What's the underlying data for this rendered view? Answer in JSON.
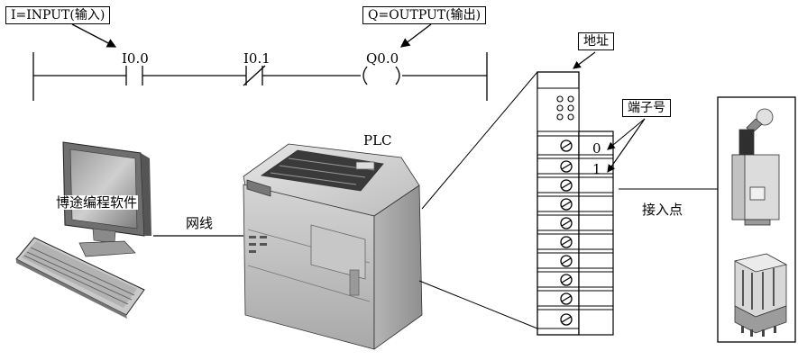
{
  "ladder": {
    "input_callout": "I=INPUT(输入)",
    "output_callout": "Q=OUTPUT(输出)",
    "contact1": "I0.0",
    "contact2": "I0.1",
    "coil": "Q0.0"
  },
  "computer": {
    "software_label": "博途编程软件",
    "cable_label": "网线"
  },
  "plc": {
    "label": "PLC"
  },
  "terminal_block": {
    "address_callout": "地址",
    "terminal_no_callout": "端子号",
    "terminal_numbers": [
      "0",
      "1"
    ],
    "contacts_label": "接入点"
  }
}
